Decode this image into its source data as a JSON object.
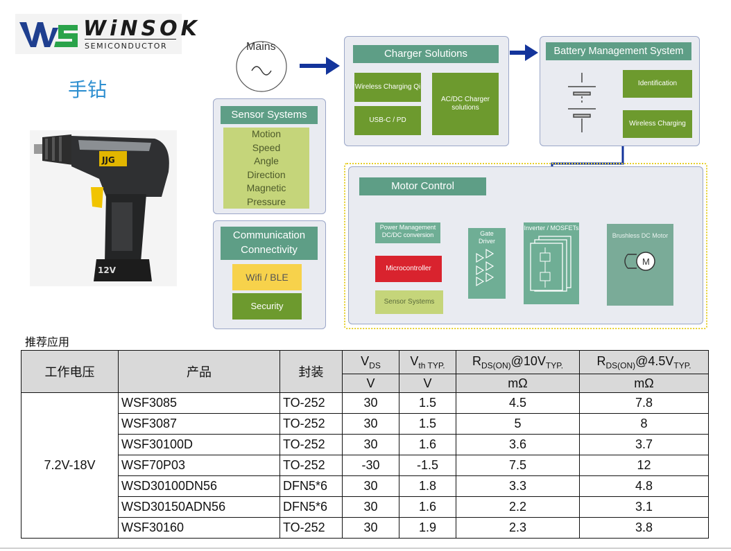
{
  "brand": {
    "name": "WiNSOK",
    "sub": "SEMICONDUCTOR",
    "mark": "WS"
  },
  "app_title": "手钻",
  "product_image": {
    "label": "12V"
  },
  "diagram": {
    "mains": "Mains",
    "charger": {
      "title": "Charger Solutions",
      "wireless": "Wireless Charging Qi",
      "usbc": "USB-C / PD",
      "acdc": "AC/DC Charger solutions"
    },
    "bms": {
      "title": "Battery Management System",
      "identification": "Identification",
      "wireless": "Wireless Charging"
    },
    "sensor": {
      "title": "Sensor Systems",
      "items": [
        "Motion",
        "Speed",
        "Angle",
        "Direction",
        "Magnetic",
        "Pressure"
      ]
    },
    "comm": {
      "title": "Communication Connectivity",
      "wifi": "Wifi / BLE",
      "security": "Security"
    },
    "motor": {
      "title": "Motor Control",
      "power": "Power Management DC/DC conversion",
      "mcu": "Microcontroller",
      "sensor": "Sensor Systems",
      "gate": "Gate Driver",
      "inverter": "Inverter / MOSFETs",
      "motor": "Brushless DC Motor",
      "m": "M"
    }
  },
  "colors": {
    "teal": "#5e9e86",
    "green": "#6d9a2e",
    "light_green": "#c5d57a",
    "red": "#d9232e",
    "yellow": "#f7d24b",
    "arrow_blue": "#13349b",
    "panel": "#e9ebf1"
  },
  "table": {
    "caption": "推荐应用",
    "headers": {
      "voltage": "工作电压",
      "product": "产品",
      "package": "封装",
      "vds": "V",
      "vds_sub": "DS",
      "vth": "V",
      "vth_sub": "th TYP.",
      "rds10": "R",
      "rds10_sub": "DS(ON)",
      "rds10_at": "@10V",
      "rds10_typ": "TYP.",
      "rds45": "R",
      "rds45_sub": "DS(ON)",
      "rds45_at": "@4.5V",
      "rds45_typ": "TYP."
    },
    "units": {
      "vds": "V",
      "vth": "V",
      "rds10": "mΩ",
      "rds45": "mΩ"
    },
    "voltage_range": "7.2V-18V",
    "rows": [
      {
        "product": "WSF3085",
        "package": "TO-252",
        "vds": "30",
        "vth": "1.5",
        "rds10": "4.5",
        "rds45": "7.8"
      },
      {
        "product": "WSF3087",
        "package": "TO-252",
        "vds": "30",
        "vth": "1.5",
        "rds10": "5",
        "rds45": "8"
      },
      {
        "product": "WSF30100D",
        "package": "TO-252",
        "vds": "30",
        "vth": "1.6",
        "rds10": "3.6",
        "rds45": "3.7"
      },
      {
        "product": "WSF70P03",
        "package": "TO-252",
        "vds": "-30",
        "vth": "-1.5",
        "rds10": "7.5",
        "rds45": "12"
      },
      {
        "product": "WSD30100DN56",
        "package": "DFN5*6",
        "vds": "30",
        "vth": "1.8",
        "rds10": "3.3",
        "rds45": "4.8"
      },
      {
        "product": "WSD30150ADN56",
        "package": "DFN5*6",
        "vds": "30",
        "vth": "1.6",
        "rds10": "2.2",
        "rds45": "3.1"
      },
      {
        "product": "WSF30160",
        "package": "TO-252",
        "vds": "30",
        "vth": "1.9",
        "rds10": "2.3",
        "rds45": "3.8"
      }
    ]
  }
}
